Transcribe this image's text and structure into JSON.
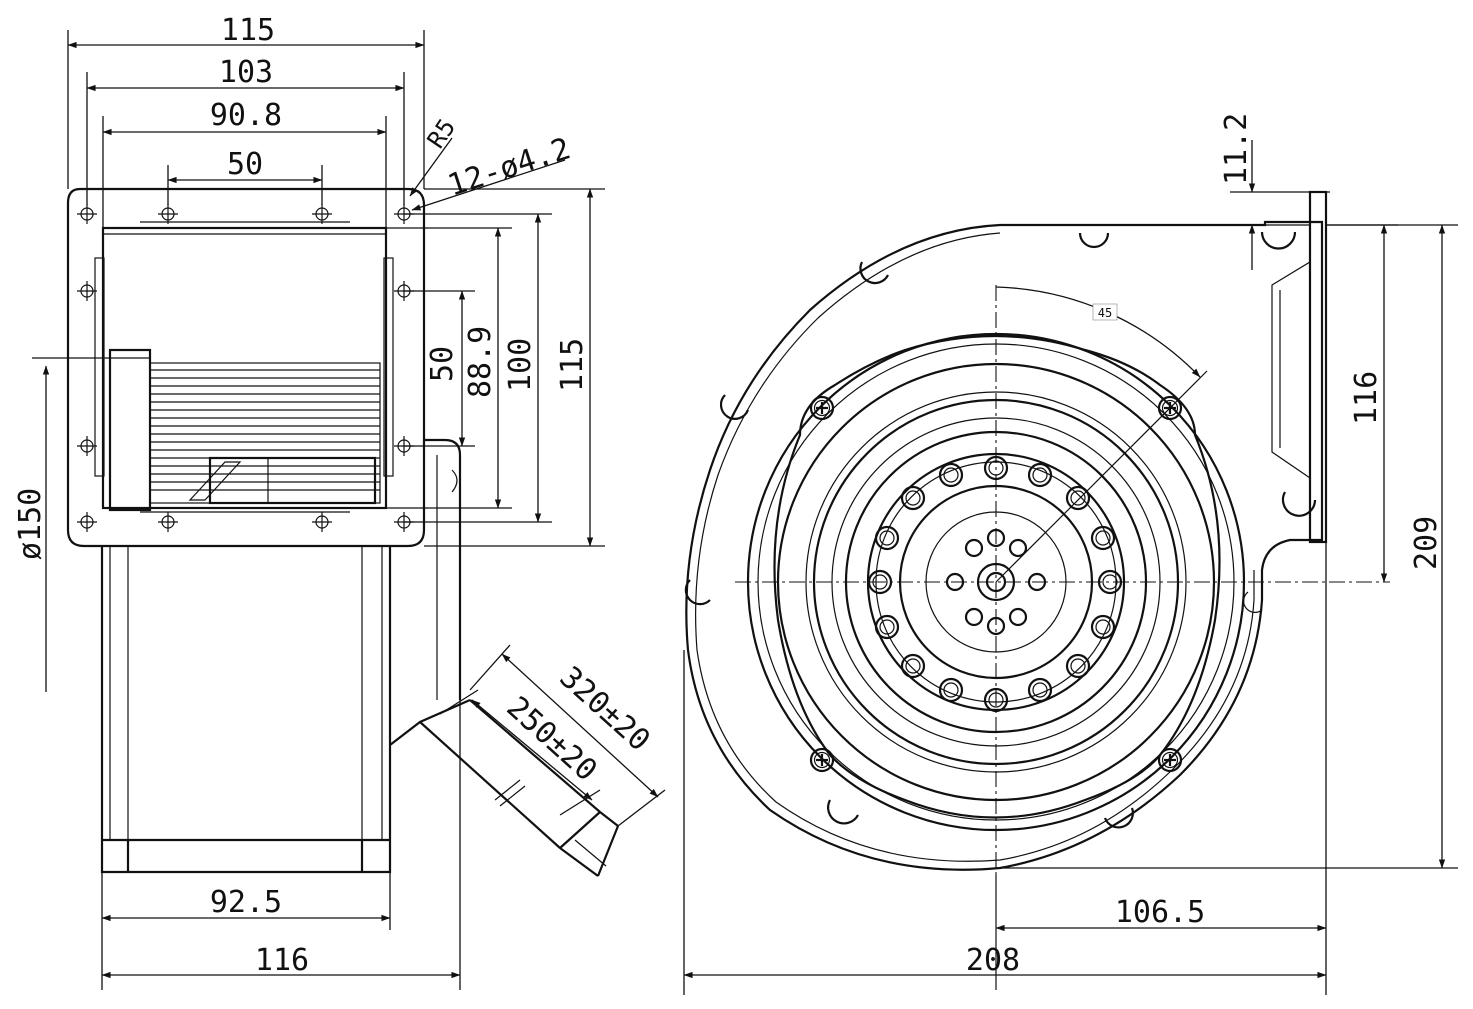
{
  "drawing": {
    "front_view": {
      "dims": {
        "w115": "115",
        "w103": "103",
        "w90_8": "90.8",
        "w50": "50",
        "r5": "R5",
        "holes": "12-ø4.2",
        "h50": "50",
        "h88_9": "88.9",
        "h100": "100",
        "h115": "115",
        "dia150": "ø150",
        "w92_5": "92.5",
        "w116": "116",
        "cable320": "320±20",
        "cable250": "250±20"
      }
    },
    "side_view": {
      "dims": {
        "h11_2": "11.2",
        "angle45": "45",
        "h116": "116",
        "h209": "209",
        "w106_5": "106.5",
        "w208": "208"
      }
    }
  }
}
